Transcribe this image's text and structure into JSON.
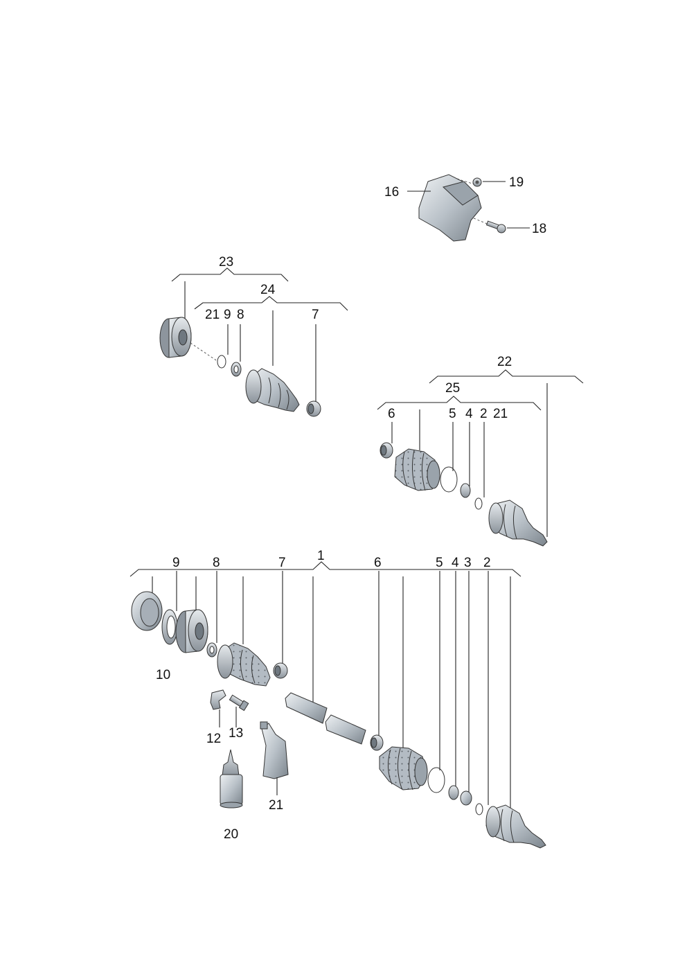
{
  "labels": {
    "l1": "1",
    "l2": "2",
    "l3": "3",
    "l4": "4",
    "l5": "5",
    "l6": "6",
    "l7": "7",
    "l8": "8",
    "l9": "9",
    "l10": "10",
    "l12": "12",
    "l13": "13",
    "l16": "16",
    "l18": "18",
    "l19": "19",
    "l20": "20",
    "l21": "21",
    "l22": "22",
    "l23": "23",
    "l24": "24",
    "l25": "25"
  },
  "colors": {
    "part_fill": "#b8c0c8",
    "part_dark": "#7e8790",
    "part_light": "#dde2e6",
    "line": "#222222"
  }
}
